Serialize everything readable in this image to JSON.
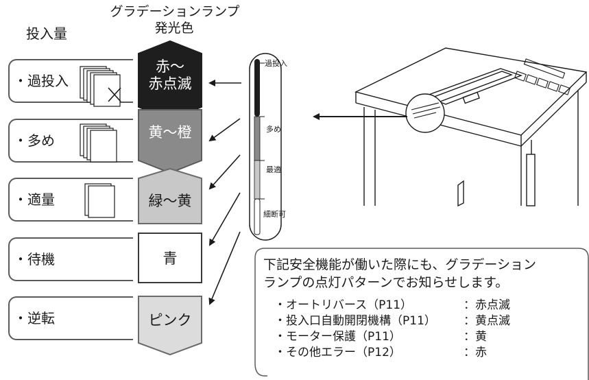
{
  "headers": {
    "amount": "投入量",
    "lamp_line1": "グラデーションランプ",
    "lamp_line2": "発光色"
  },
  "levels": [
    {
      "label": "・過投入"
    },
    {
      "label": "・多め"
    },
    {
      "label": "・適量"
    },
    {
      "label": "・待機"
    },
    {
      "label": "・逆転"
    }
  ],
  "lamp_colors": [
    {
      "line1": "赤～",
      "line2": "赤点滅",
      "fill": "#1e1e1e",
      "text_color": "#ffffff"
    },
    {
      "line1": "黄～橙",
      "fill": "#8a8a8a",
      "text_color": "#ffffff"
    },
    {
      "line1": "緑～黄",
      "fill": "#c8c8c8",
      "text_color": "#1a1a1a"
    },
    {
      "line1": "青",
      "fill": "#ffffff",
      "text_color": "#1a1a1a"
    },
    {
      "line1": "ピンク",
      "fill": "#dcdcdc",
      "text_color": "#1a1a1a"
    }
  ],
  "gauge": {
    "labels": [
      "過投入",
      "多め",
      "最適",
      "細断可"
    ]
  },
  "info_box": {
    "line1": "下記安全機能が働いた際にも、グラデーション",
    "line2": "ランプの点灯パターンでお知らせします。",
    "items": [
      {
        "name": "・オートリバース（P11）",
        "status": "：赤点滅"
      },
      {
        "name": "・投入口自動開閉機構（P11）",
        "status": "：黄点滅"
      },
      {
        "name": "・モーター保護（P11）",
        "status": "：黄"
      },
      {
        "name": "・その他エラー（P12）",
        "status": "：赤"
      }
    ]
  }
}
